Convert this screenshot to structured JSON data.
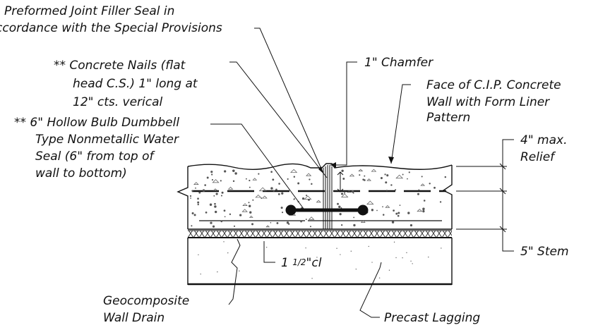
{
  "labels": {
    "joint_filler_line1": "Preformed Joint Filler Seal in",
    "joint_filler_line2": "ccordance with the Special Provisions",
    "nails_line1": "** Concrete Nails (flat",
    "nails_line2": "head C.S.) 1\" long at",
    "nails_line3": "12\" cts. verical",
    "chamfer": "1\" Chamfer",
    "face_line1": "Face of C.I.P. Concrete",
    "face_line2": "Wall with Form Liner",
    "face_line3": "Pattern",
    "waterseal_line1": "** 6\" Hollow Bulb Dumbbell",
    "waterseal_line2": "Type Nonmetallic Water",
    "waterseal_line3": "Seal (6\" from top of",
    "waterseal_line4": "wall to bottom)",
    "relief_line1": "4\" max.",
    "relief_line2": "Relief",
    "clearance_main": "1",
    "clearance_frac": "1/2",
    "clearance_suffix": "\"cl",
    "stem": "5\" Stem",
    "drain_line1": "Geocomposite",
    "drain_line2": "Wall Drain",
    "lagging": "Precast Lagging"
  }
}
